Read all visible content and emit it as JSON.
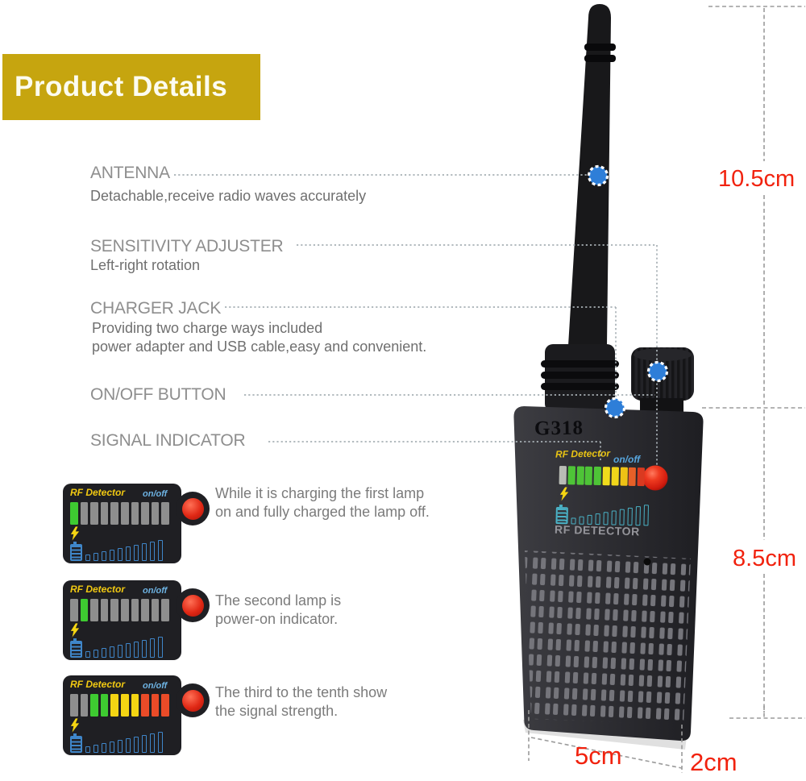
{
  "banner": {
    "title": "Product Details",
    "bg": "#c6a50f"
  },
  "callouts": [
    {
      "title": "ANTENNA",
      "desc": [
        "Detachable,receive radio waves accurately"
      ]
    },
    {
      "title": "SENSITIVITY ADJUSTER",
      "desc": [
        "Left-right rotation"
      ]
    },
    {
      "title": "CHARGER JACK",
      "desc": [
        "Providing two charge ways included",
        "power adapter and USB cable,easy and convenient."
      ]
    },
    {
      "title": "ON/OFF BUTTON",
      "desc": []
    },
    {
      "title": "SIGNAL INDICATOR",
      "desc": []
    }
  ],
  "device": {
    "model": "G318",
    "panel_brand": "RF Detector",
    "panel_onoff": "on/off",
    "front_label": "RF DETECTOR",
    "led_colors": [
      "#b9bcb5",
      "#4ec437",
      "#4ec437",
      "#4ec437",
      "#4ec437",
      "#f0dc1c",
      "#f0d61a",
      "#eec215",
      "#e66028",
      "#da3a20"
    ]
  },
  "panels": [
    {
      "brand": "RF Detector",
      "onoff": "on/off",
      "leds": [
        "#3ecb31",
        "#8e8e8e",
        "#8e8e8e",
        "#8e8e8e",
        "#8e8e8e",
        "#8e8e8e",
        "#8e8e8e",
        "#8e8e8e",
        "#8e8e8e",
        "#8e8e8e"
      ],
      "note_line1": "While it is charging the first lamp",
      "note_line2": "on and fully charged the lamp off."
    },
    {
      "brand": "RF Detector",
      "onoff": "on/off",
      "leds": [
        "#8e8e8e",
        "#3ecb31",
        "#8e8e8e",
        "#8e8e8e",
        "#8e8e8e",
        "#8e8e8e",
        "#8e8e8e",
        "#8e8e8e",
        "#8e8e8e",
        "#8e8e8e"
      ],
      "note_line1": "The second lamp is",
      "note_line2": "power-on indicator."
    },
    {
      "brand": "RF Detector",
      "onoff": "on/off",
      "leds": [
        "#8e8e8e",
        "#8e8e8e",
        "#3ecb31",
        "#3ecb31",
        "#f4d513",
        "#f4d513",
        "#f4d513",
        "#ea4b28",
        "#ea4b28",
        "#ea4b28"
      ],
      "note_line1": "The third to the tenth show",
      "note_line2": "the signal strength."
    }
  ],
  "dimensions": {
    "antenna_height": "10.5cm",
    "body_height": "8.5cm",
    "body_width": "5cm",
    "body_depth": "2cm"
  },
  "colors": {
    "accent_red": "#f1220e",
    "marker_blue": "#2e7ed8",
    "banner_gold": "#c6a50f"
  }
}
